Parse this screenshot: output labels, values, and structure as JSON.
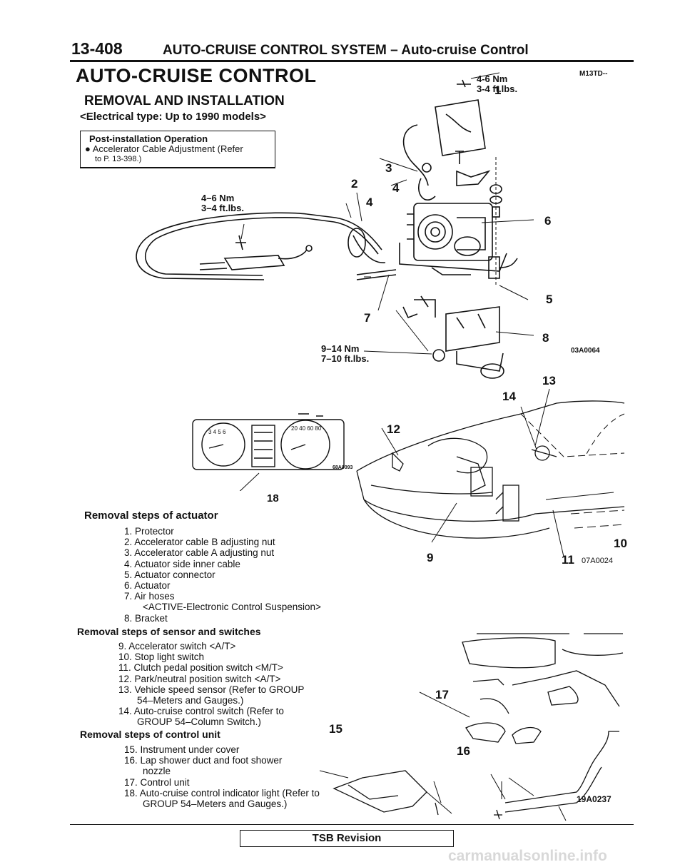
{
  "header": {
    "page_number": "13-408",
    "section_title": "AUTO-CRUISE CONTROL SYSTEM – Auto-cruise Control"
  },
  "title": "AUTO-CRUISE CONTROL",
  "subtitle": "REMOVAL AND INSTALLATION",
  "applicability": "<Electrical type: Up to 1990 models>",
  "top_right_code": "M13TD--",
  "post_installation": {
    "heading": "Post-installation Operation",
    "item": "● Accelerator Cable Adjustment (Refer",
    "item_cont": "to P. 13-398.)"
  },
  "torques": {
    "t1": [
      "4-6 Nm",
      "3-4 ft.lbs."
    ],
    "t2": [
      "4–6 Nm",
      "3–4 ft.lbs."
    ],
    "t3": [
      "9–14 Nm",
      "7–10 ft.lbs."
    ]
  },
  "callouts": [
    "1",
    "2",
    "3",
    "4",
    "5",
    "6",
    "7",
    "8",
    "9",
    "10",
    "11",
    "12",
    "13",
    "14",
    "15",
    "16",
    "17",
    "18"
  ],
  "figure_codes": {
    "f1": "03A0064",
    "f2": "07A0024",
    "f3": "19A0237",
    "f4": "68A0093"
  },
  "actuator": {
    "heading": "Removal steps of actuator",
    "steps": [
      "1. Protector",
      "2. Accelerator cable B adjusting nut",
      "3. Accelerator cable A adjusting nut",
      "4. Actuator side inner cable",
      "5. Actuator connector",
      "6. Actuator",
      "7. Air hoses",
      "<ACTIVE-Electronic Control Suspension>",
      "8. Bracket"
    ]
  },
  "sensors": {
    "heading": "Removal steps of sensor and switches",
    "steps": [
      "9. Accelerator switch <A/T>",
      "10. Stop light switch",
      "11. Clutch pedal position switch <M/T>",
      "12. Park/neutral position switch <A/T>",
      "13. Vehicle speed sensor (Refer to GROUP",
      "54–Meters and Gauges.)",
      "14. Auto-cruise control switch (Refer to",
      "GROUP 54–Column Switch.)"
    ]
  },
  "control_unit": {
    "heading": "Removal steps of control unit",
    "steps": [
      "15. Instrument under cover",
      "16. Lap shower duct and foot shower",
      "nozzle",
      "17. Control unit",
      "18. Auto-cruise control indicator light (Refer to",
      "GROUP 54–Meters and Gauges.)"
    ]
  },
  "footer": {
    "tsb": "TSB Revision",
    "watermark": "carmanualsonline.info"
  }
}
